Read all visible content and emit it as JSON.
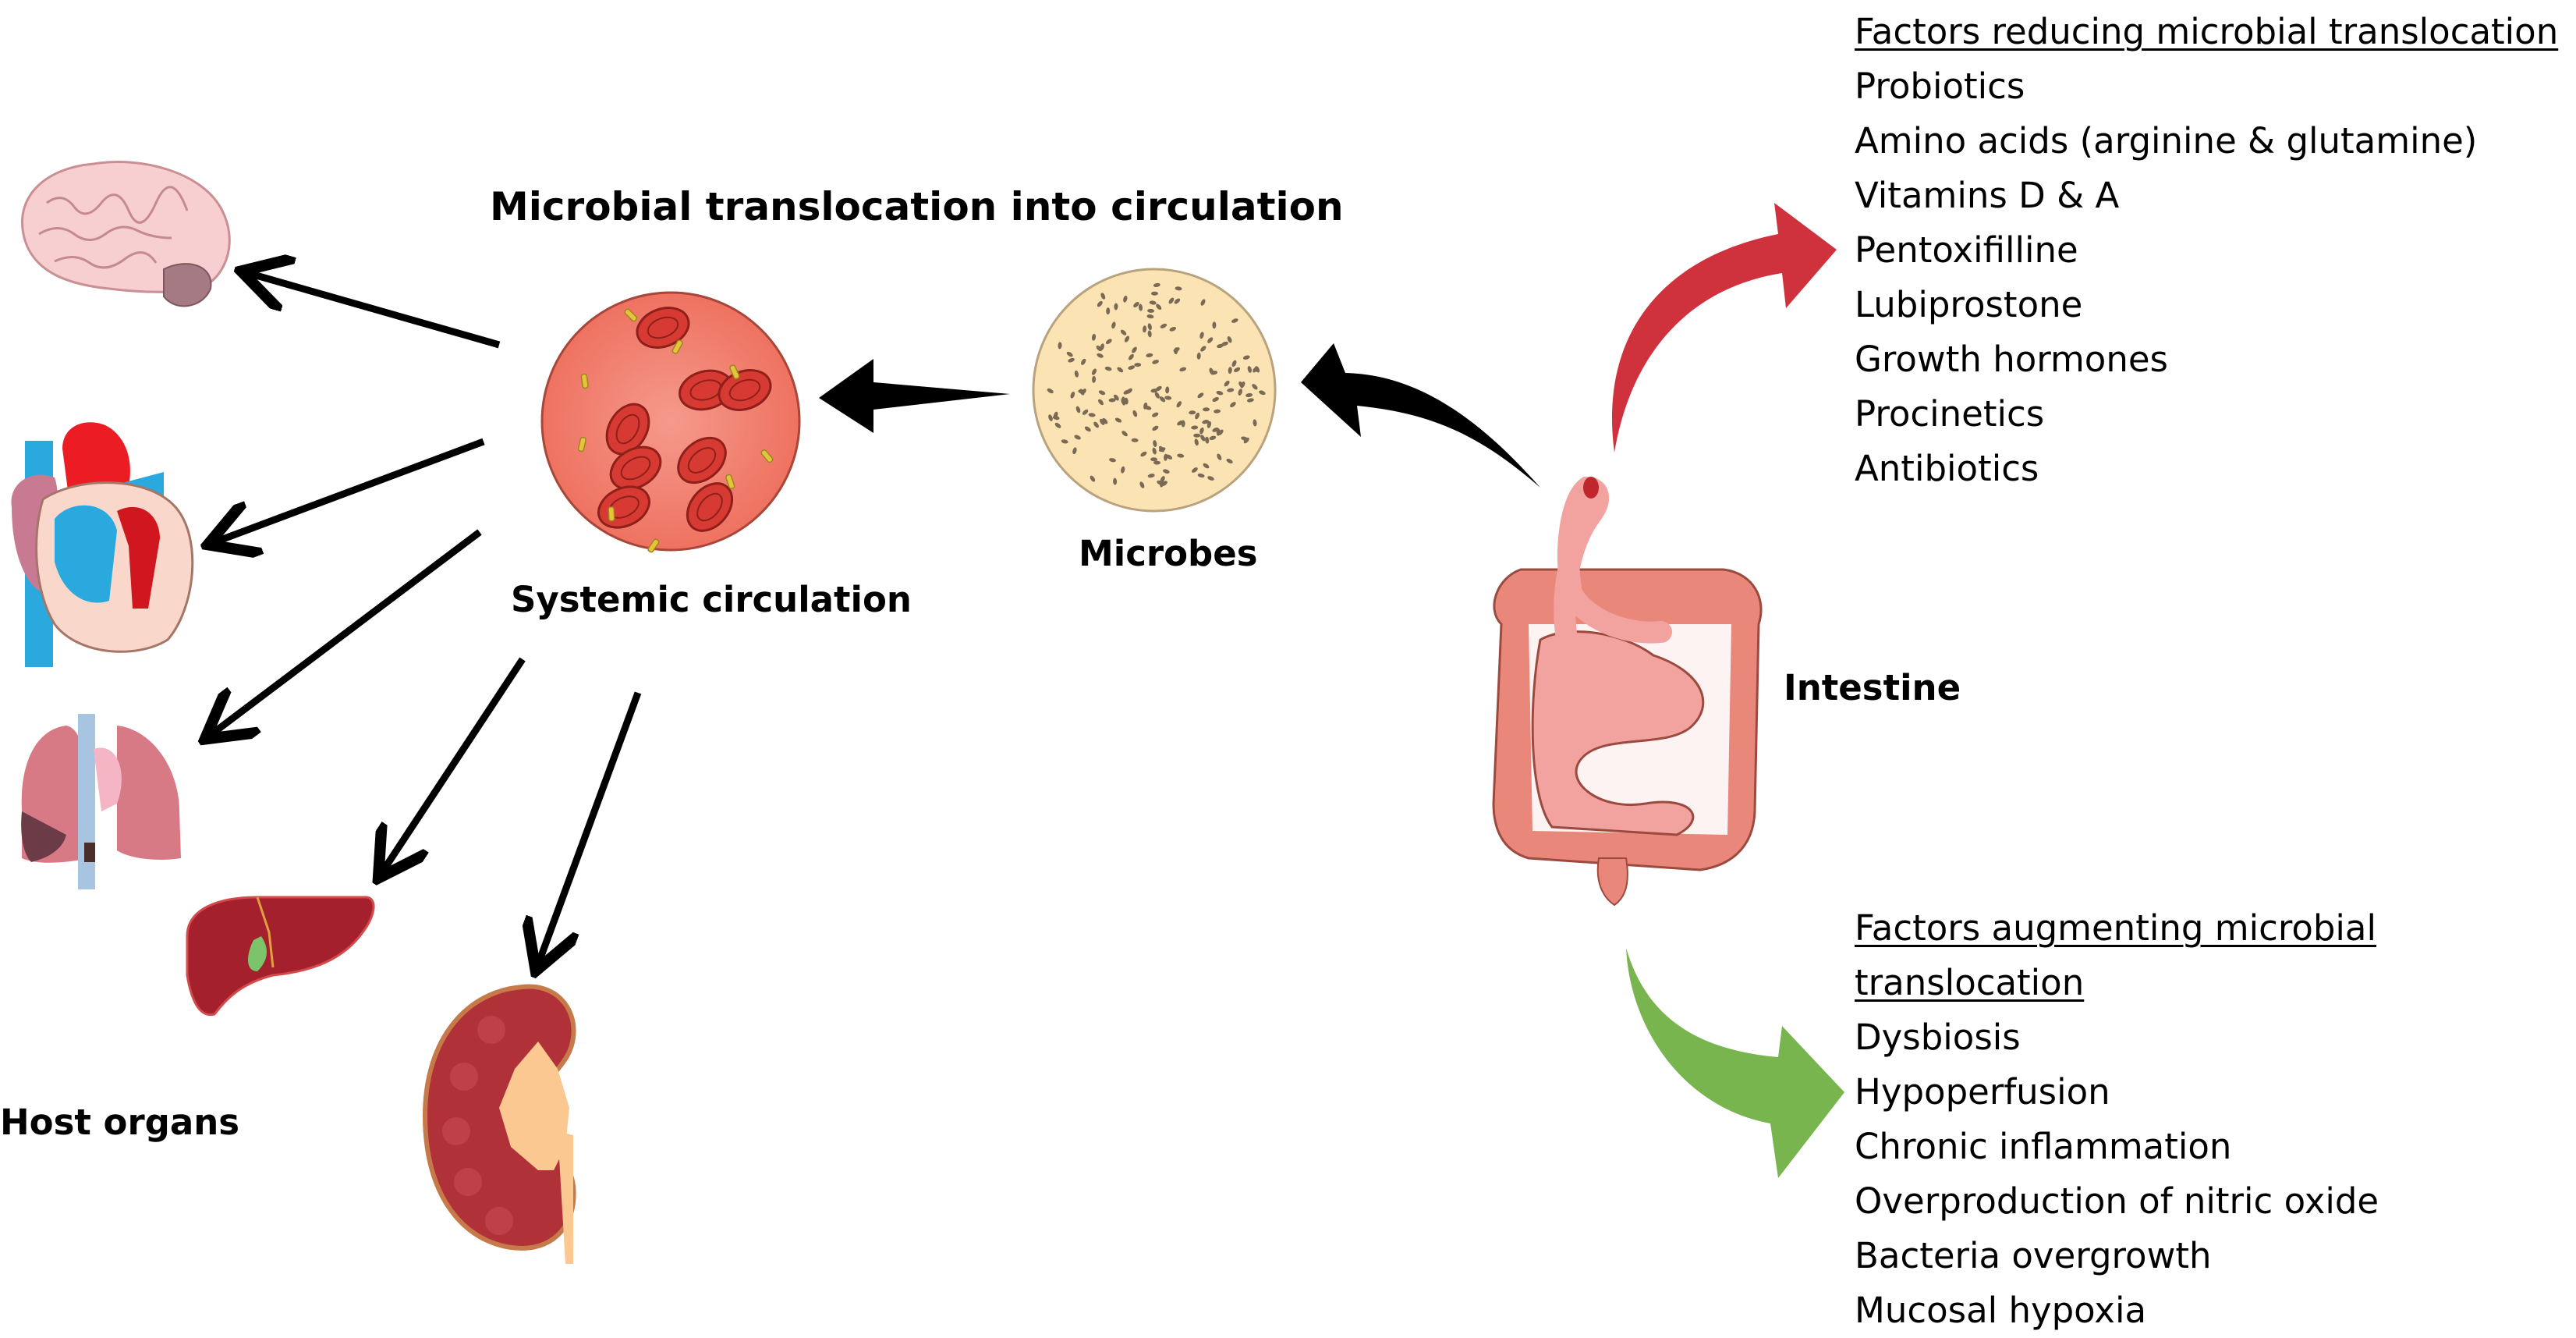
{
  "title": "Microbial translocation into circulation",
  "labels": {
    "systemic_circulation": "Systemic circulation",
    "microbes": "Microbes",
    "intestine": "Intestine",
    "host_organs": "Host organs"
  },
  "host_organs": [
    {
      "name": "brain",
      "icon": "brain-icon"
    },
    {
      "name": "heart",
      "icon": "heart-icon"
    },
    {
      "name": "lungs",
      "icon": "lungs-icon"
    },
    {
      "name": "liver",
      "icon": "liver-icon"
    },
    {
      "name": "kidney",
      "icon": "kidney-icon"
    }
  ],
  "reducing_factors": {
    "header": "Factors reducing microbial translocation",
    "arrow_color": "#cf323d",
    "items": [
      "Probiotics",
      "Amino acids (arginine & glutamine)",
      "Vitamins D & A",
      "Pentoxifilline",
      "Lubiprostone",
      "Growth hormones",
      "Procinetics",
      "Antibiotics"
    ]
  },
  "augmenting_factors": {
    "header": "Factors augmenting microbial translocation",
    "arrow_color": "#79b54e",
    "items": [
      "Dysbiosis",
      "Hypoperfusion",
      "Chronic inflammation",
      "Overproduction of nitric oxide",
      "Bacteria overgrowth",
      "Mucosal hypoxia"
    ]
  },
  "colors": {
    "blood_bg": "#ee6e5c",
    "blood_cell": "#d73a32",
    "microbe_bg": "#fbe3b4",
    "microbe_dot": "#7a6a55",
    "intestine": "#e9877a",
    "small_intestine": "#f2a3a0"
  }
}
